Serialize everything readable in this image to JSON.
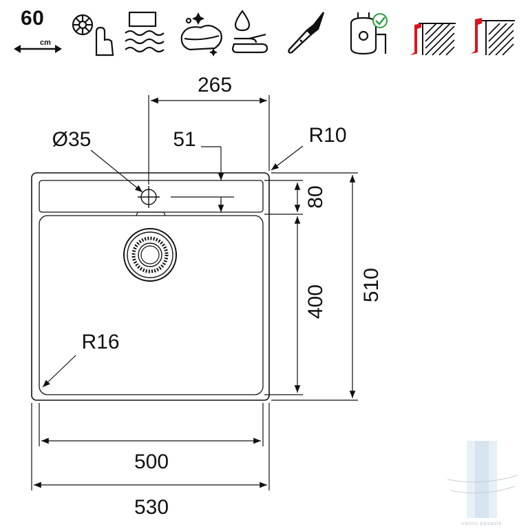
{
  "icons": {
    "size_badge": {
      "value": "60",
      "unit": "cm"
    },
    "items": [
      {
        "name": "push-button-drain-icon"
      },
      {
        "name": "overflow-icon"
      },
      {
        "name": "cleaning-sponge-icon"
      },
      {
        "name": "soap-hand-icon"
      },
      {
        "name": "knife-icon"
      },
      {
        "name": "waste-disposer-icon"
      },
      {
        "name": "flush-mount-icon"
      },
      {
        "name": "inset-mount-icon"
      }
    ]
  },
  "drawing": {
    "dimensions": {
      "tap_offset": "265",
      "tap_hole": "Ø35",
      "ledge_offset": "51",
      "corner_outer": "R10",
      "ledge_depth": "80",
      "bowl_depth": "400",
      "total_depth": "510",
      "corner_inner": "R16",
      "bowl_width": "500",
      "total_width": "530"
    },
    "colors": {
      "line": "#111111",
      "accent": "#d9141c"
    }
  },
  "watermark": {
    "text": "vannu pasaule"
  }
}
